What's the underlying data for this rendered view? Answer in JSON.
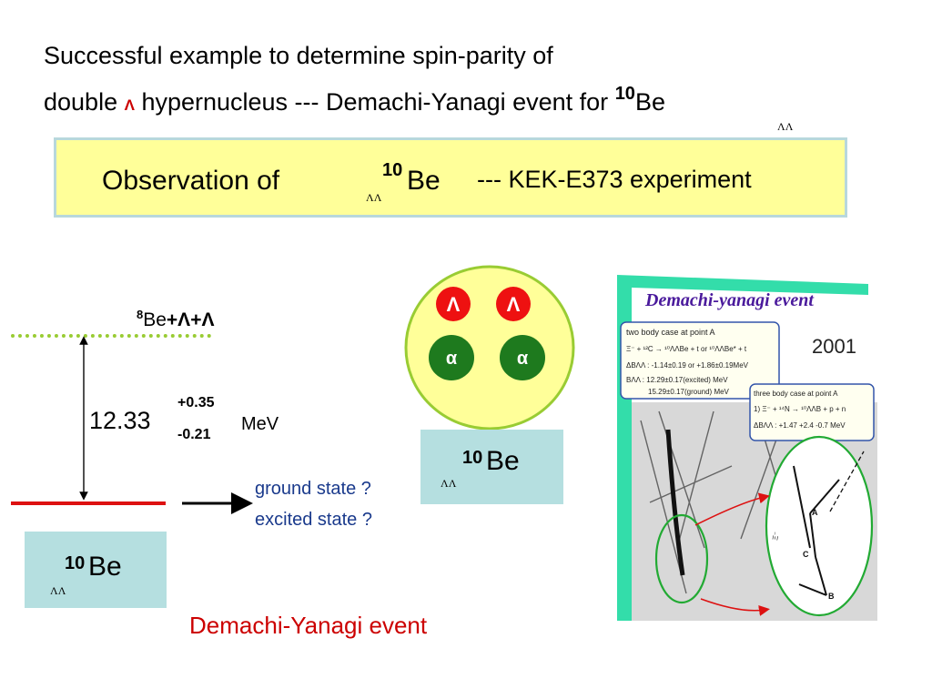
{
  "title": {
    "line1": "Successful example to determine spin-parity of",
    "line2_pre": "double ",
    "line2_lambda": "Λ",
    "line2_post": " hypernucleus --- Demachi-Yanagi event for ",
    "nucleus_mass": "10",
    "nucleus_symbol": "Be",
    "nucleus_sub": "ΛΛ"
  },
  "observation": {
    "prefix": "Observation of",
    "mass": "10",
    "symbol": "Be",
    "sub": "ΛΛ",
    "experiment": "---  KEK-E373 experiment"
  },
  "level_diagram": {
    "threshold_mass": "8",
    "threshold_rest": "Be",
    "threshold_lambdas": "+Λ+Λ",
    "binding_value": "12.33",
    "error_plus": "+0.35",
    "error_minus": "-0.21",
    "unit": "MeV",
    "ground_q": "ground state ?",
    "excited_q": "excited state ?"
  },
  "left_box": {
    "mass": "10",
    "symbol": "Be",
    "sub": "ΛΛ"
  },
  "right_box": {
    "mass": "10",
    "symbol": "Be",
    "sub": "ΛΛ"
  },
  "nucleus_picture": {
    "lambda1": "Λ",
    "lambda2": "Λ",
    "alpha1": "α",
    "alpha2": "α"
  },
  "photo": {
    "heading": "Demachi-yanagi event",
    "year": "2001",
    "case_a": "two body case at point A",
    "reaction_a": "Ξ⁻ + ¹²C → ¹⁰ΛΛBe + t  or  ¹⁰ΛΛBe* + t",
    "dB_a": "ΔBΛΛ : -1.14±0.19  or  +1.86±0.19MeV",
    "B_a1": "BΛΛ : 12.29±0.17(excited)  MeV",
    "B_a2": "15.29±0.17(ground)  MeV",
    "case_b": "three body case at point A",
    "reaction_b": "1)  Ξ⁻ + ¹⁴N → ¹⁰ΛΛB + p + n",
    "dB_b": "ΔBΛΛ : +1.47 +2.4 -0.7 MeV",
    "label_A": "A",
    "label_B": "B",
    "label_C": "C",
    "label_xi": "Ξ⁻"
  },
  "caption": "Demachi-Yanagi event",
  "colors": {
    "box_yellow": "#ffff99",
    "box_border": "#b8d8dc",
    "be_box": "#b5dfe0",
    "lambda_red": "#ee1111",
    "alpha_green": "#1e7a1e",
    "nucleus_fill": "#ffff99",
    "nucleus_ring": "#99cc33",
    "caption_red": "#cc0000",
    "state_blue": "#1a3a8c"
  }
}
